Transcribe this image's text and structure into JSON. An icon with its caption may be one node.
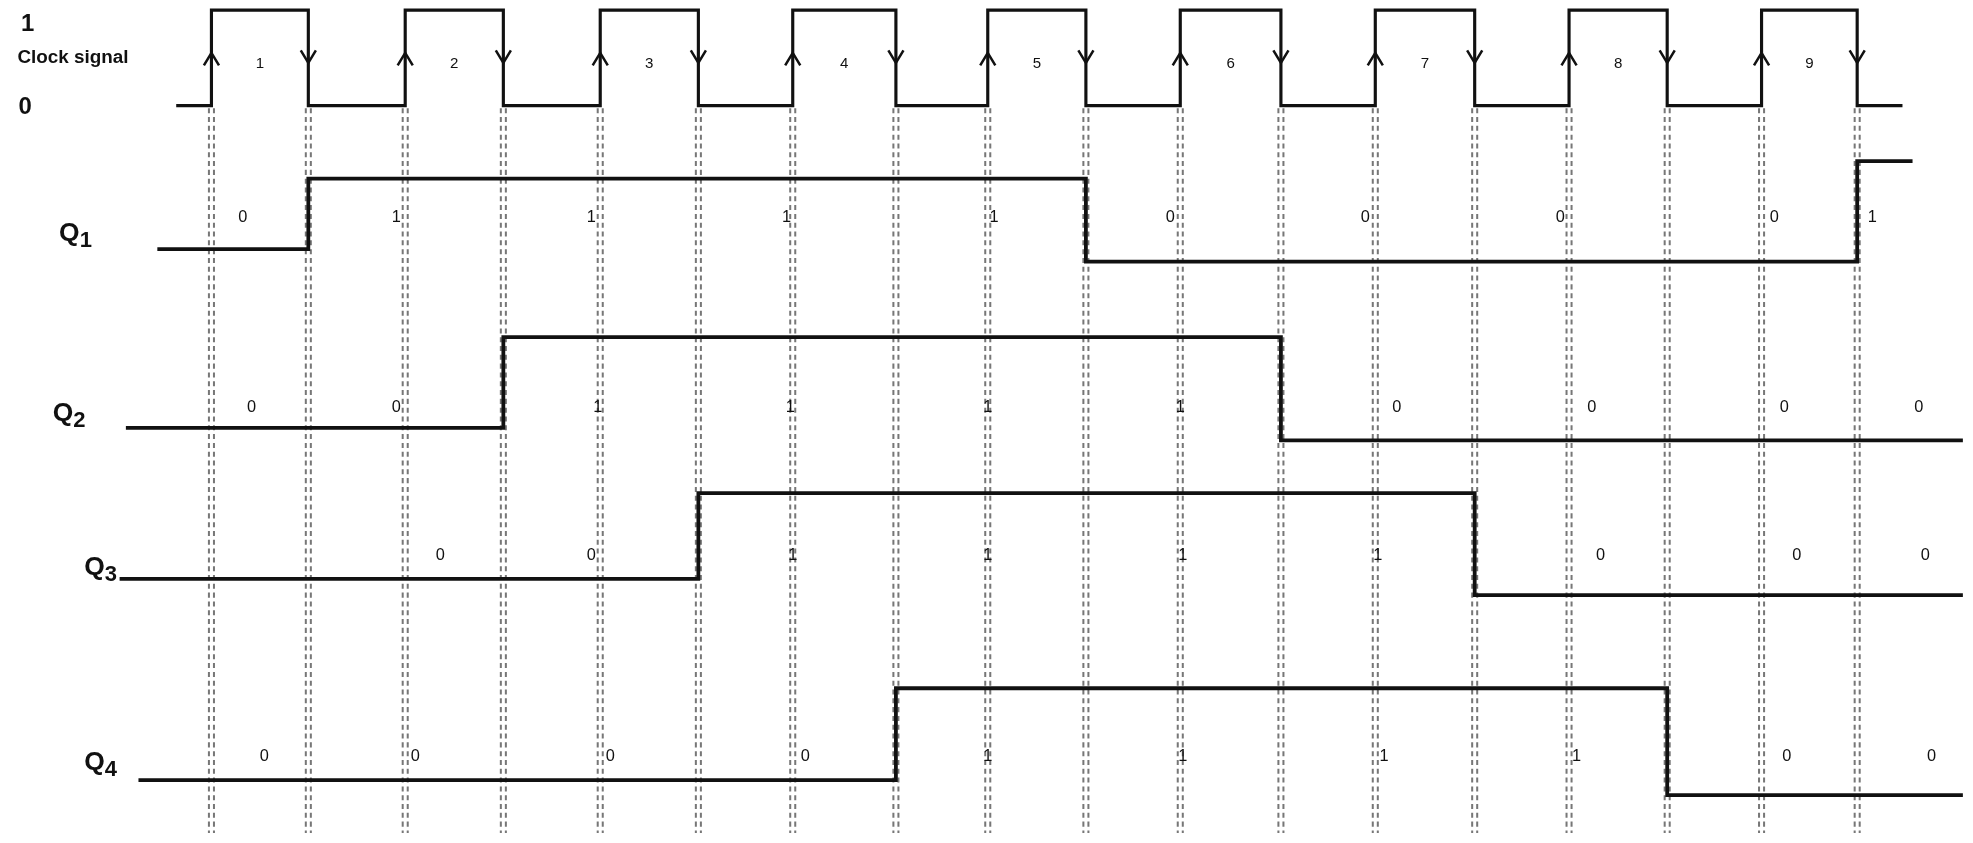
{
  "diagram": {
    "labels": [
      "1",
      "Clock signal",
      "0",
      "1",
      "2",
      "3",
      "4",
      "5",
      "6",
      "7",
      "8",
      "9",
      "Q$_{1}$",
      "0",
      "1",
      "1",
      "1",
      "1",
      "0",
      "0",
      "0",
      "0",
      "1",
      "Q$_{2}$",
      "0",
      "0",
      "1",
      "1",
      "1",
      "1",
      "0",
      "0",
      "0",
      "0",
      "Q$_{3}$",
      "0",
      "0",
      "1",
      "1",
      "1",
      "1",
      "0",
      "0",
      "0",
      "Q$_{4}$",
      "0",
      "0",
      "0",
      "0",
      "1",
      "1",
      "1",
      "1",
      "0",
      "0"
    ]
  }
}
